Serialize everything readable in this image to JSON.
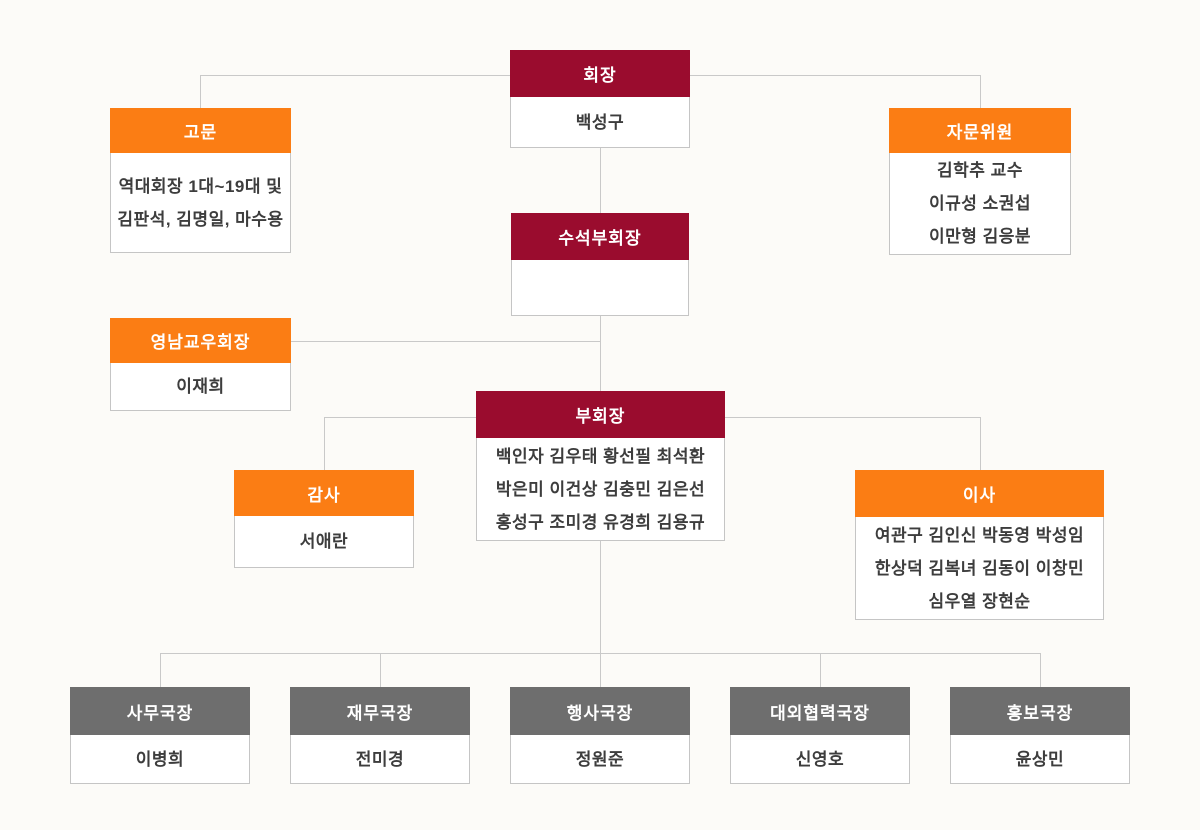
{
  "org": {
    "title": "organization-chart",
    "colors": {
      "crimson_header": "#9A0C2E",
      "orange_header": "#FB7D14",
      "gray_header": "#6E6E6E",
      "connector_line": "#C9C9C9",
      "box_border": "#C5C5C5",
      "body_text": "#3D3D3D",
      "header_text": "#FFFFFF",
      "background": "#FCFBF8"
    },
    "nodes": {
      "chairman": {
        "title": "회장",
        "members": [
          "백성구"
        ]
      },
      "advisor": {
        "title": "고문",
        "members": [
          "역대회장 1대~19대 및",
          "김판석, 김명일, 마수용"
        ]
      },
      "advisory_committee": {
        "title": "자문위원",
        "members": [
          "김학추 교수",
          "이규성 소권섭",
          "이만형 김응분"
        ]
      },
      "senior_vice_chairman": {
        "title": "수석부회장",
        "members": []
      },
      "yeongnam_alumni_chairman": {
        "title": "영남교우회장",
        "members": [
          "이재희"
        ]
      },
      "vice_chairman": {
        "title": "부회장",
        "members": [
          "백인자 김우태 황선필 최석환",
          "박은미 이건상 김충민 김은선",
          "홍성구 조미경 유경희 김용규"
        ]
      },
      "auditor": {
        "title": "감사",
        "members": [
          "서애란"
        ]
      },
      "director": {
        "title": "이사",
        "members": [
          "여관구 김인신 박동영 박성임",
          "한상덕 김복녀 김동이 이창민",
          "심우열 장현순"
        ]
      },
      "secretary_general": {
        "title": "사무국장",
        "members": [
          "이병희"
        ]
      },
      "finance_director": {
        "title": "재무국장",
        "members": [
          "전미경"
        ]
      },
      "events_director": {
        "title": "행사국장",
        "members": [
          "정원준"
        ]
      },
      "external_relations_director": {
        "title": "대외협력국장",
        "members": [
          "신영호"
        ]
      },
      "pr_director": {
        "title": "홍보국장",
        "members": [
          "윤상민"
        ]
      }
    }
  }
}
